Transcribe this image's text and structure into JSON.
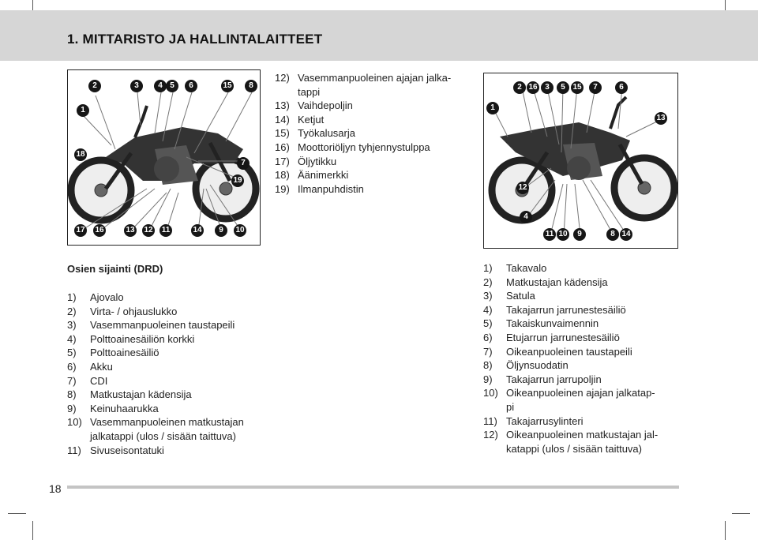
{
  "header": {
    "title": "1. MITTARISTO JA HALLINTALAITTEET"
  },
  "left_photo": {
    "callouts_top": [
      "2",
      "3",
      "4",
      "5",
      "6",
      "15",
      "8"
    ],
    "callouts_side": [
      "1",
      "18",
      "7",
      "19"
    ],
    "callouts_bottom": [
      "17",
      "16",
      "13",
      "12",
      "11",
      "14",
      "9",
      "10"
    ]
  },
  "right_photo": {
    "callouts_top": [
      "2",
      "16",
      "3",
      "5",
      "15",
      "7",
      "6"
    ],
    "callouts_side": [
      "1",
      "13",
      "12",
      "4"
    ],
    "callouts_bottom": [
      "11",
      "10",
      "9",
      "8",
      "14"
    ]
  },
  "top_list": [
    {
      "num": "12)",
      "lines": [
        "Vasemmanpuoleinen ajajan jalka-",
        "tappi"
      ]
    },
    {
      "num": "13)",
      "lines": [
        "Vaihdepoljin"
      ]
    },
    {
      "num": "14)",
      "lines": [
        "Ketjut"
      ]
    },
    {
      "num": "15)",
      "lines": [
        "Työkalusarja"
      ]
    },
    {
      "num": "16)",
      "lines": [
        "Moottoriöljyn tyhjennystulppa"
      ]
    },
    {
      "num": "17)",
      "lines": [
        "Öljytikku"
      ]
    },
    {
      "num": "18)",
      "lines": [
        "Äänimerkki"
      ]
    },
    {
      "num": "19)",
      "lines": [
        "Ilmanpuhdistin"
      ]
    }
  ],
  "section_title": "Osien sijainti (DRD)",
  "left_list": [
    {
      "num": "1)",
      "lines": [
        "Ajovalo"
      ]
    },
    {
      "num": "2)",
      "lines": [
        "Virta- / ohjauslukko"
      ]
    },
    {
      "num": "3)",
      "lines": [
        "Vasemmanpuoleinen taustapeili"
      ]
    },
    {
      "num": "4)",
      "lines": [
        "Polttoainesäiliön korkki"
      ]
    },
    {
      "num": "5)",
      "lines": [
        "Polttoainesäiliö"
      ]
    },
    {
      "num": "6)",
      "lines": [
        "Akku"
      ]
    },
    {
      "num": "7)",
      "lines": [
        "CDI"
      ]
    },
    {
      "num": "8)",
      "lines": [
        "Matkustajan kädensija"
      ]
    },
    {
      "num": "9)",
      "lines": [
        "Keinuhaarukka"
      ]
    },
    {
      "num": "10)",
      "lines": [
        "Vasemmanpuoleinen matkustajan",
        "jalkatappi (ulos / sisään taittuva)"
      ]
    },
    {
      "num": "11)",
      "lines": [
        "Sivuseisontatuki"
      ]
    }
  ],
  "right_list": [
    {
      "num": "1)",
      "lines": [
        "Takavalo"
      ]
    },
    {
      "num": "2)",
      "lines": [
        "Matkustajan kädensija"
      ]
    },
    {
      "num": "3)",
      "lines": [
        "Satula"
      ]
    },
    {
      "num": "4)",
      "lines": [
        "Takajarrun jarrunestesäiliö"
      ]
    },
    {
      "num": "5)",
      "lines": [
        "Takaiskunvaimennin"
      ]
    },
    {
      "num": "6)",
      "lines": [
        "Etujarrun jarrunestesäiliö"
      ]
    },
    {
      "num": "7)",
      "lines": [
        "Oikeanpuoleinen taustapeili"
      ]
    },
    {
      "num": "8)",
      "lines": [
        "Öljynsuodatin"
      ]
    },
    {
      "num": "9)",
      "lines": [
        "Takajarrun jarrupoljin"
      ]
    },
    {
      "num": "10)",
      "lines": [
        "Oikeanpuoleinen ajajan jalkatap-",
        "pi"
      ]
    },
    {
      "num": "11)",
      "lines": [
        "Takajarrusylinteri"
      ]
    },
    {
      "num": "12)",
      "lines": [
        "Oikeanpuoleinen matkustajan jal-",
        "katappi (ulos / sisään taittuva)"
      ]
    }
  ],
  "footer": {
    "page_number": "18"
  }
}
